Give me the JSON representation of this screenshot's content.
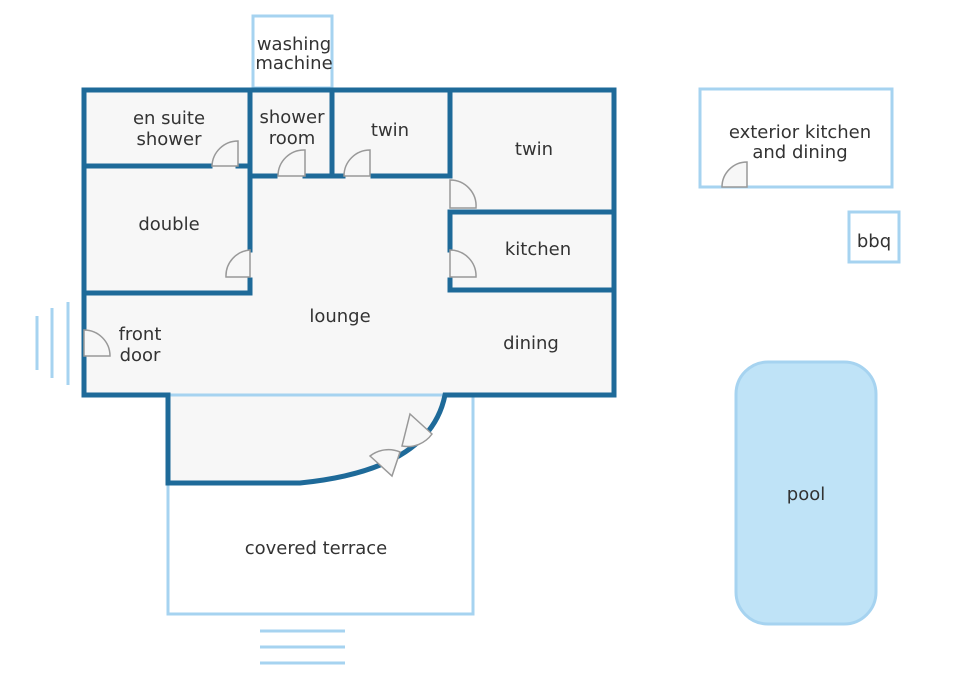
{
  "title": "floor plan",
  "colors": {
    "wall": "#1e6a99",
    "exterior": "#a6d3f0",
    "pool": "#bfe3f7",
    "floor": "#f7f7f7"
  },
  "rooms": {
    "washing_machine": [
      "washing",
      "machine"
    ],
    "en_suite": [
      "en suite",
      "shower"
    ],
    "shower_room": [
      "shower",
      "room"
    ],
    "twin1": "twin",
    "twin2": "twin",
    "double": "double",
    "kitchen": "kitchen",
    "lounge": "lounge",
    "front_door": [
      "front",
      "door"
    ],
    "dining": "dining",
    "covered_terrace": "covered terrace",
    "exterior_kitchen": [
      "exterior kitchen",
      "and dining"
    ],
    "bbq": "bbq",
    "pool": "pool"
  }
}
